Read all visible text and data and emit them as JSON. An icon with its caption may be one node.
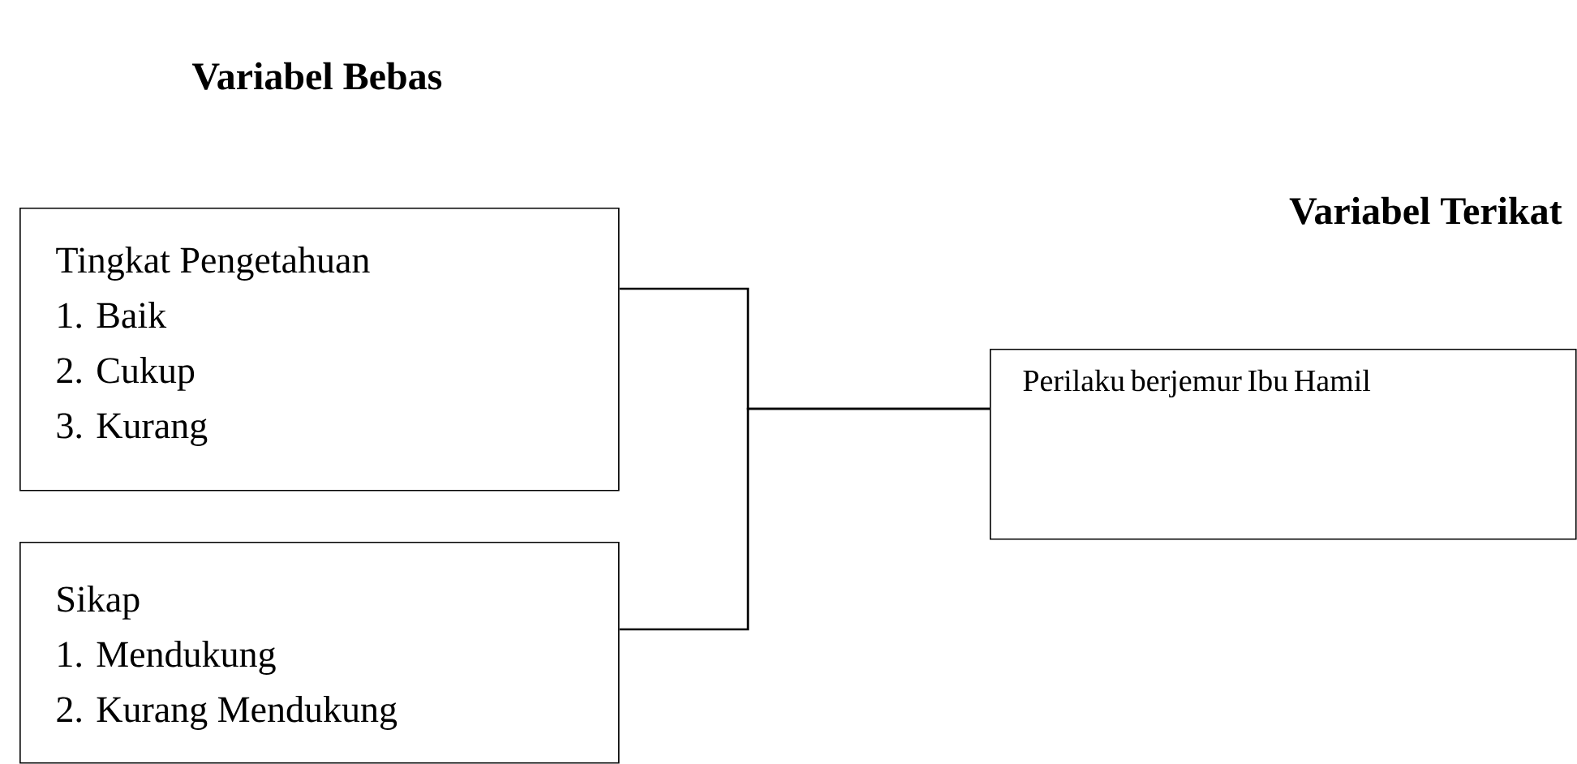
{
  "diagram": {
    "nodes": [
      {
        "text": [
          "Tingkat Pengetahuan",
          "1. Baik",
          "2. Cukup",
          "3. Kurang"
        ]
      },
      {
        "text": [
          "Sikap",
          "1. Mendukung",
          "2. Kurang Mendukung"
        ]
      },
      {
        "text": [
          "Perilaku berjemur Ibu Hamil"
        ]
      }
    ],
    "edges": [
      {
        "from": 0,
        "to": 2,
        "arrow": "none"
      },
      {
        "from": 1,
        "to": 2,
        "arrow": "none"
      }
    ],
    "labels": [
      "Variabel Bebas",
      "Variabel Terikat"
    ]
  }
}
